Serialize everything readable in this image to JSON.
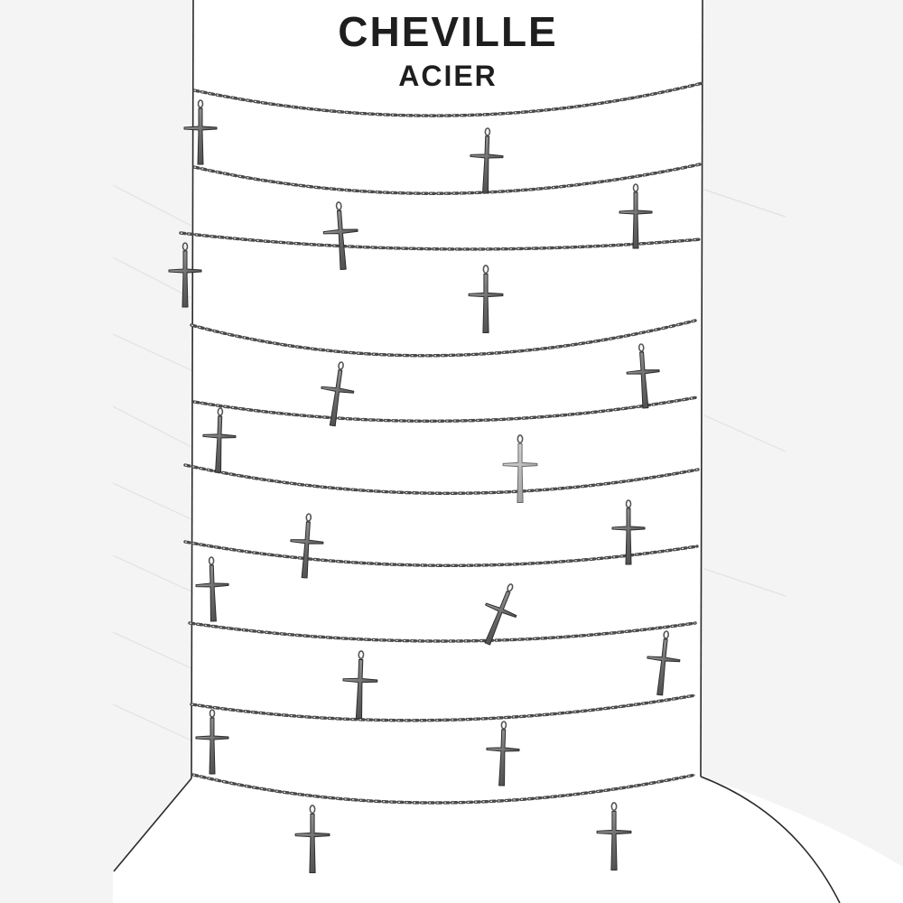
{
  "card": {
    "title": "CHEVILLE",
    "subtitle": "ACIER"
  },
  "product": {
    "kind": "anklet chain with cross charms",
    "count": 10,
    "charm_icon": "cross-icon",
    "metal_color": "#8c8c8c",
    "card_color": "#ffffff",
    "background_color": "#f4f4f4"
  }
}
